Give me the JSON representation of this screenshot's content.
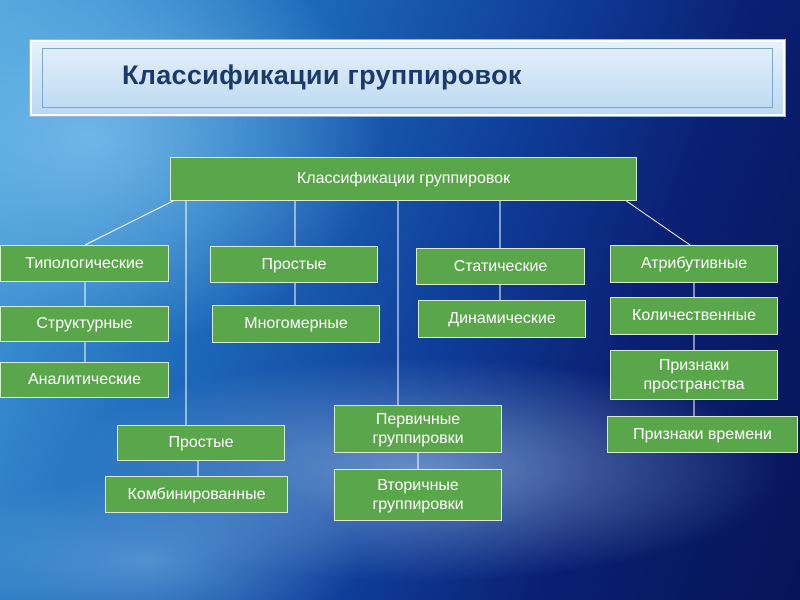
{
  "slide": {
    "title": "Классификации группировок"
  },
  "diagram": {
    "root": "Классификации группировок",
    "col1": [
      "Типологические",
      "Структурные",
      "Аналитические"
    ],
    "col2": [
      "Простые",
      "Многомерные"
    ],
    "col3": [
      "Статические",
      "Динамические"
    ],
    "col4": [
      "Атрибутивные",
      "Количественные",
      "Признаки пространства",
      "Признаки времени"
    ],
    "branch_a": [
      "Простые",
      "Комбинированные"
    ],
    "branch_b": [
      "Первичные группировки",
      "Вторичные группировки"
    ]
  }
}
